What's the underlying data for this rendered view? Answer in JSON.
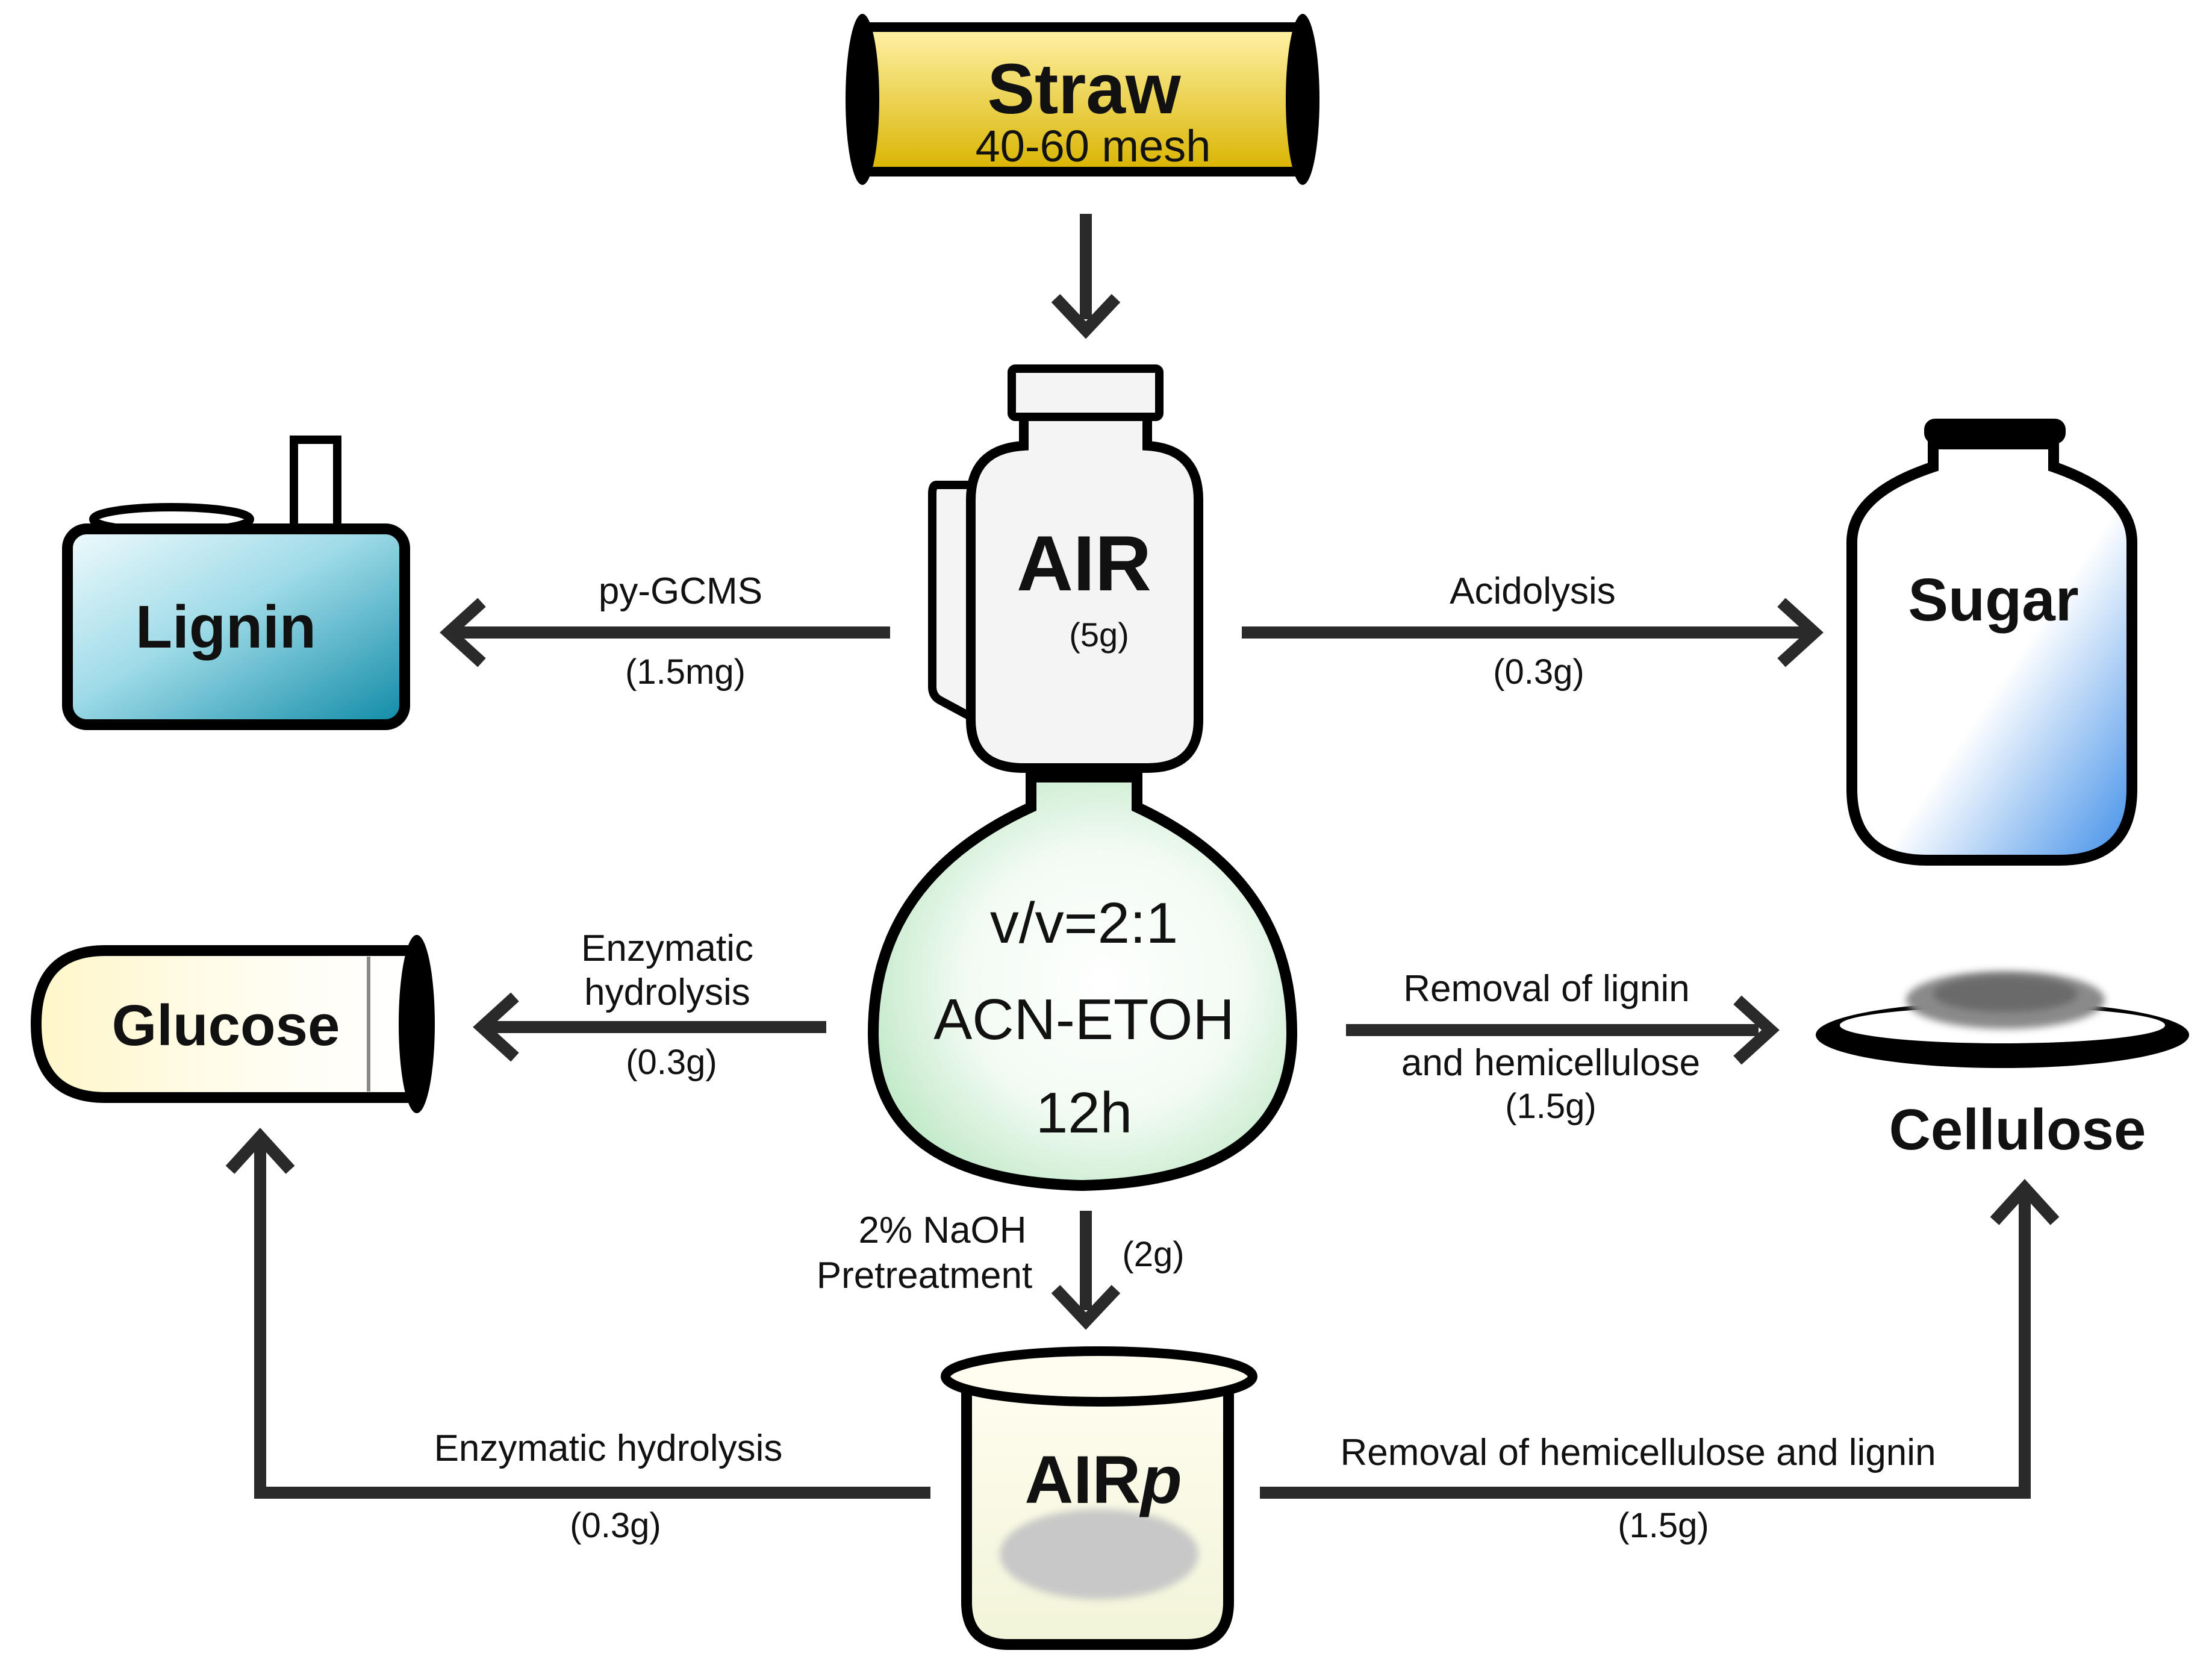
{
  "colors": {
    "outline": "#000000",
    "arrow": "#2a2a2a",
    "straw_fill_light": "#fff2a8",
    "straw_fill_dark": "#d9b400",
    "lignin_fill_light": "#f0fbfd",
    "lignin_fill_dark": "#0e8aa6",
    "sugar_fill_dark": "#3d8de8",
    "glucose_fill": "#fff6c8",
    "flask_fill": "#bfe8c6",
    "vessel_fill": "#f4f4f4",
    "beaker_fill": "#fafbe6"
  },
  "nodes": {
    "straw": {
      "title": "Straw",
      "subtitle": "40-60 mesh"
    },
    "air": {
      "title": "AIR",
      "amount": "(5g)"
    },
    "flask": {
      "line1": "v/v=2:1",
      "line2": "ACN-ETOH",
      "line3": "12h"
    },
    "lignin": {
      "title": "Lignin"
    },
    "sugar": {
      "title": "Sugar"
    },
    "glucose": {
      "title": "Glucose"
    },
    "cellulose": {
      "title": "Cellulose"
    },
    "airp": {
      "title": "AIR",
      "suffix": "p"
    }
  },
  "edges": {
    "air_to_lignin": {
      "label": "py-GCMS",
      "amount": "(1.5mg)"
    },
    "air_to_sugar": {
      "label": "Acidolysis",
      "amount": "(0.3g)"
    },
    "flask_to_glucose": {
      "label_line1": "Enzymatic",
      "label_line2": "hydrolysis",
      "amount": "(0.3g)"
    },
    "flask_to_cellulose": {
      "label_line1": "Removal of lignin",
      "label_line2": "and hemicellulose",
      "amount": "(1.5g)"
    },
    "flask_to_airp": {
      "label_line1": "2% NaOH",
      "label_line2": "Pretreatment",
      "amount": "(2g)"
    },
    "airp_to_glucose": {
      "label": "Enzymatic hydrolysis",
      "amount": "(0.3g)"
    },
    "airp_to_cellulose": {
      "label": "Removal of hemicellulose and lignin",
      "amount": "(1.5g)"
    }
  }
}
